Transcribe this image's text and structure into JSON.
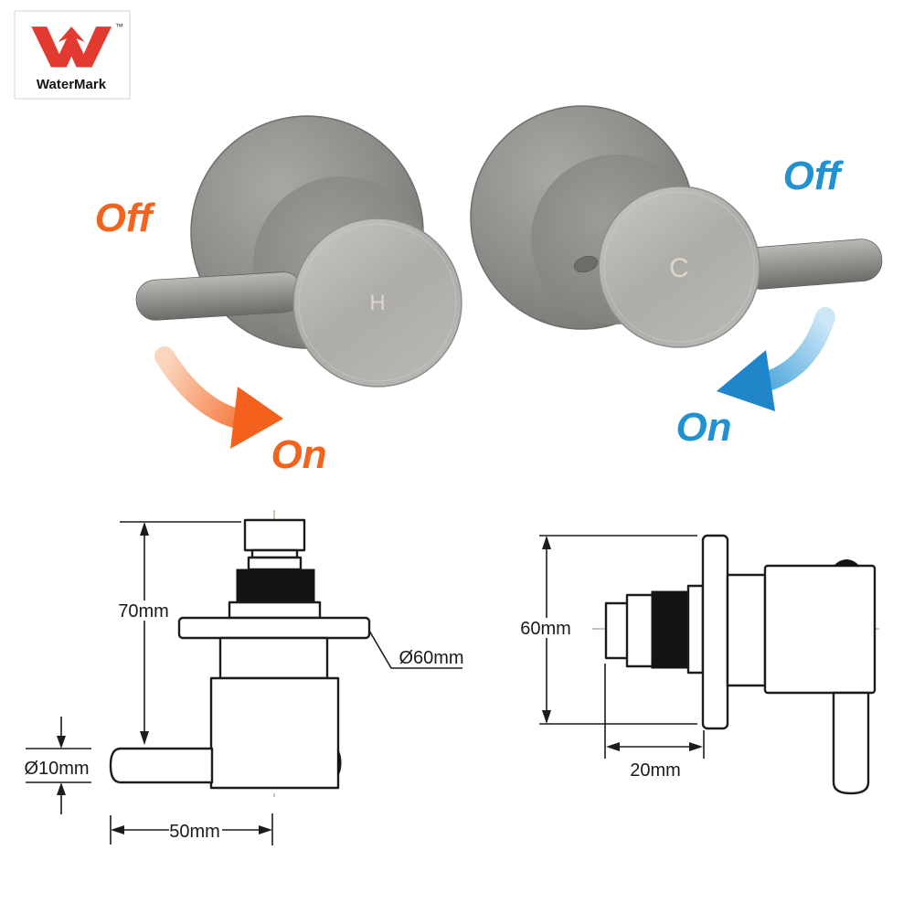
{
  "certification": {
    "name": "WaterMark",
    "trademark_symbol": "™",
    "logo_color": "#e23a30"
  },
  "hot_tap": {
    "face_marking": "H",
    "off_label": "Off",
    "on_label": "On",
    "accent_color": "#f2641e"
  },
  "cold_tap": {
    "face_marking": "C",
    "off_label": "Off",
    "on_label": "On",
    "accent_color": "#2191d0"
  },
  "front_view_drawing": {
    "overall_height": "70mm",
    "flange_diameter": "Ø60mm",
    "lever_diameter": "Ø10mm",
    "lever_length": "50mm"
  },
  "side_view_drawing": {
    "flange_diameter": "60mm",
    "spindle_projection": "20mm"
  }
}
